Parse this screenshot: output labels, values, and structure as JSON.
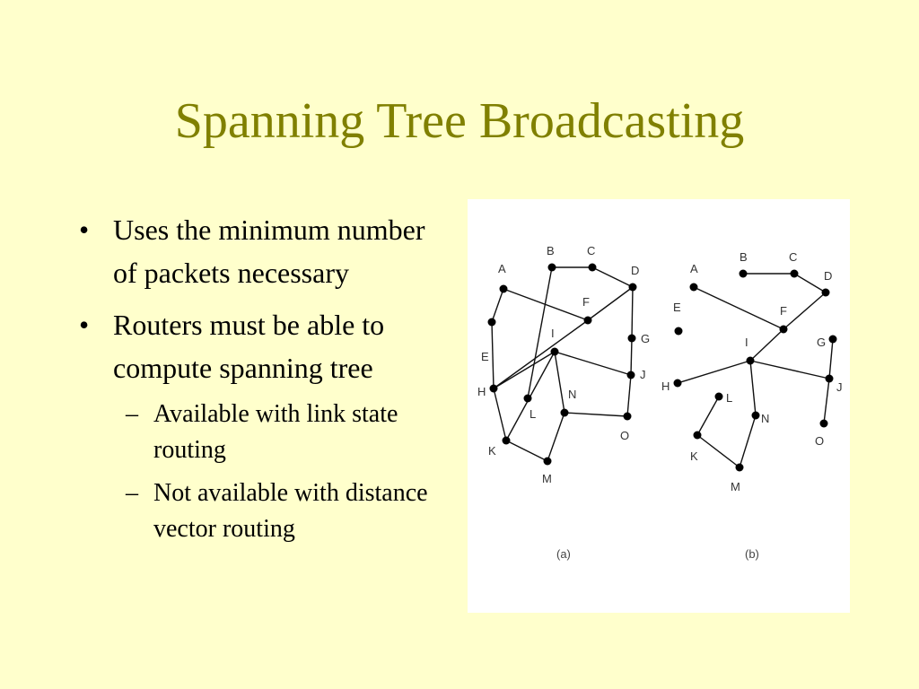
{
  "slide": {
    "title": "Spanning Tree Broadcasting",
    "bullets": [
      {
        "marker": "•",
        "text": "Uses the minimum number of packets necessary",
        "sub": []
      },
      {
        "marker": "•",
        "text": "Routers must be able to compute spanning tree",
        "sub": [
          {
            "marker": "–",
            "text": "Available with link state routing"
          },
          {
            "marker": "–",
            "text": "Not available with distance vector routing"
          }
        ]
      }
    ]
  },
  "figure": {
    "captions": {
      "a": "(a)",
      "b": "(b)"
    },
    "graph_a": {
      "nodes": [
        "A",
        "B",
        "C",
        "D",
        "E",
        "F",
        "G",
        "H",
        "I",
        "J",
        "K",
        "L",
        "M",
        "N",
        "O"
      ],
      "edges": [
        [
          "A",
          "F"
        ],
        [
          "A",
          "E"
        ],
        [
          "E",
          "H"
        ],
        [
          "B",
          "C"
        ],
        [
          "C",
          "D"
        ],
        [
          "B",
          "L"
        ],
        [
          "D",
          "F"
        ],
        [
          "D",
          "G"
        ],
        [
          "G",
          "J"
        ],
        [
          "F",
          "H"
        ],
        [
          "I",
          "H"
        ],
        [
          "I",
          "J"
        ],
        [
          "I",
          "N"
        ],
        [
          "I",
          "K"
        ],
        [
          "H",
          "K"
        ],
        [
          "K",
          "M"
        ],
        [
          "M",
          "N"
        ],
        [
          "N",
          "O"
        ],
        [
          "O",
          "J"
        ]
      ]
    },
    "graph_b": {
      "nodes": [
        "A",
        "B",
        "C",
        "D",
        "E",
        "F",
        "G",
        "H",
        "I",
        "J",
        "K",
        "L",
        "M",
        "N",
        "O"
      ],
      "edges": [
        [
          "B",
          "C"
        ],
        [
          "C",
          "D"
        ],
        [
          "D",
          "F"
        ],
        [
          "A",
          "F"
        ],
        [
          "F",
          "I"
        ],
        [
          "I",
          "H"
        ],
        [
          "I",
          "J"
        ],
        [
          "G",
          "J"
        ],
        [
          "J",
          "O"
        ],
        [
          "I",
          "N"
        ],
        [
          "N",
          "M"
        ],
        [
          "M",
          "K"
        ],
        [
          "K",
          "L"
        ]
      ]
    }
  }
}
